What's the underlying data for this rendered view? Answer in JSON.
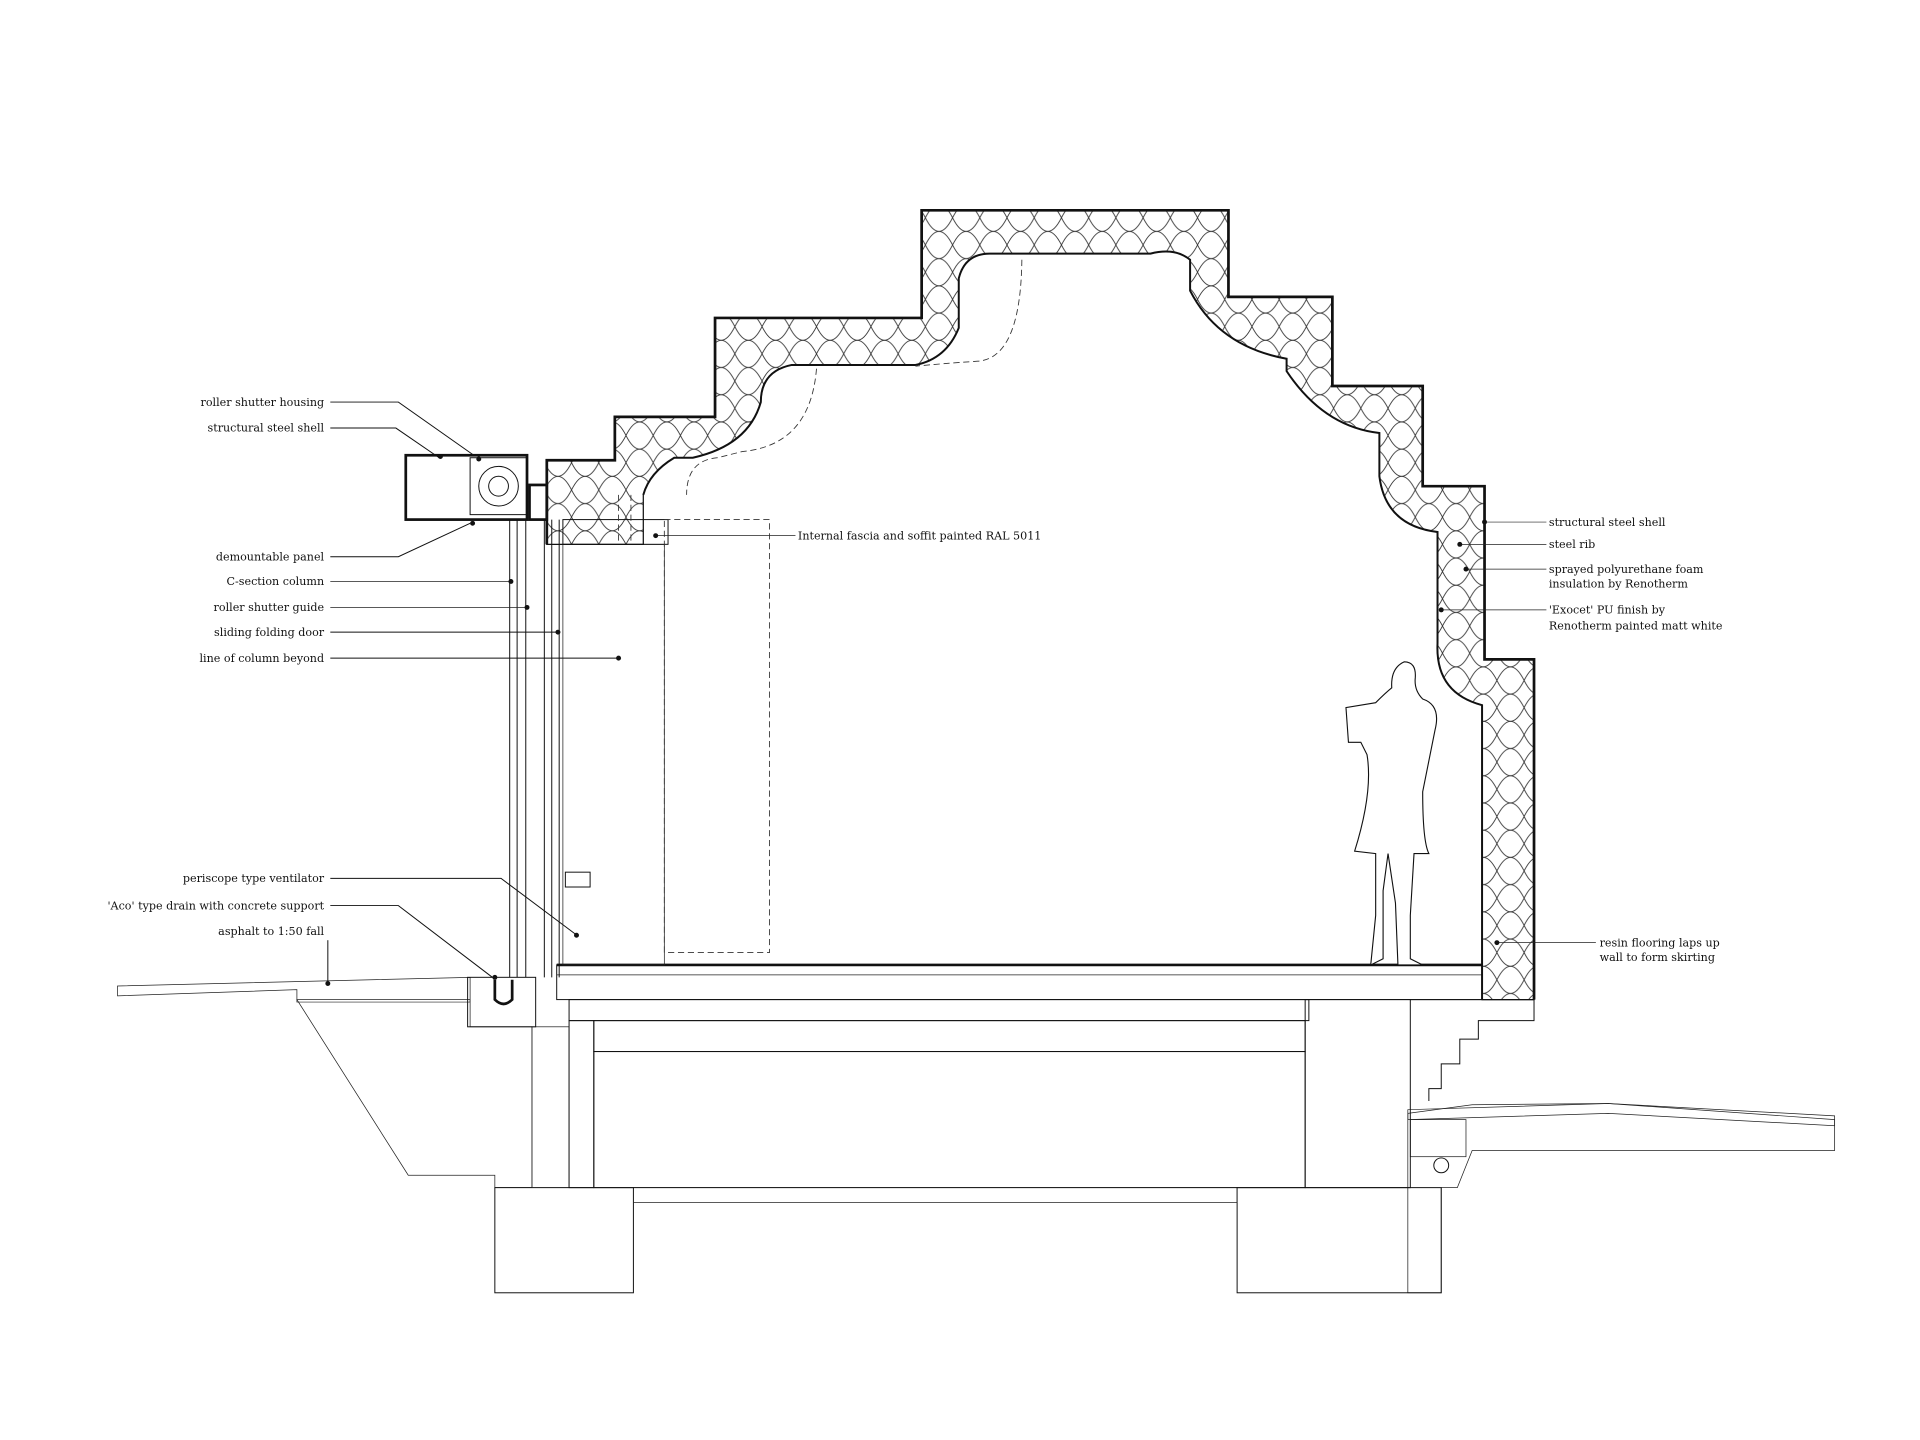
{
  "drawing": {
    "title": "Building section detail",
    "left_labels": [
      "roller shutter housing",
      "structural steel shell",
      "demountable panel",
      "C-section column",
      "roller shutter guide",
      "sliding folding door",
      "line of column beyond",
      "periscope type ventilator",
      "'Aco' type drain with concrete support",
      "asphalt to 1:50 fall"
    ],
    "center_label": "Internal fascia and soffit painted RAL 5011",
    "right_labels": [
      {
        "lines": [
          "structural steel shell"
        ]
      },
      {
        "lines": [
          "steel rib"
        ]
      },
      {
        "lines": [
          "sprayed polyurethane foam",
          "insulation by Renotherm"
        ]
      },
      {
        "lines": [
          "'Exocet' PU finish by",
          "Renotherm painted matt white"
        ]
      },
      {
        "lines": [
          "resin flooring laps up",
          "wall to form skirting"
        ]
      }
    ]
  }
}
